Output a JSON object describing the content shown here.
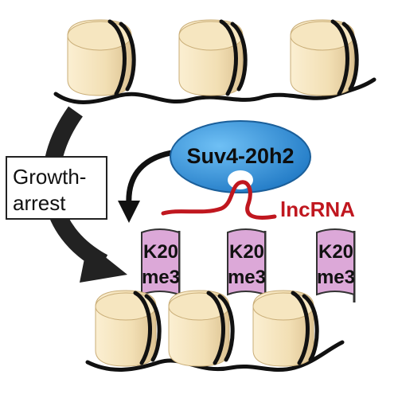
{
  "labels": {
    "growth_arrest_line1": "Growth-",
    "growth_arrest_line2": "arrest",
    "enzyme": "Suv4-20h2",
    "rna": "lncRNA",
    "mark_line1": "K20",
    "mark_line2": "me3"
  },
  "colors": {
    "histone_fill": "#f2dfb4",
    "histone_shadow": "#d9bf8a",
    "dna": "#111111",
    "enzyme_fill": "#2f8fd8",
    "enzyme_edge": "#1b5f9a",
    "rna": "#c0171f",
    "mark_fill": "#dca8d8",
    "mark_edge": "#333333",
    "arrow": "#1a1a1a"
  }
}
